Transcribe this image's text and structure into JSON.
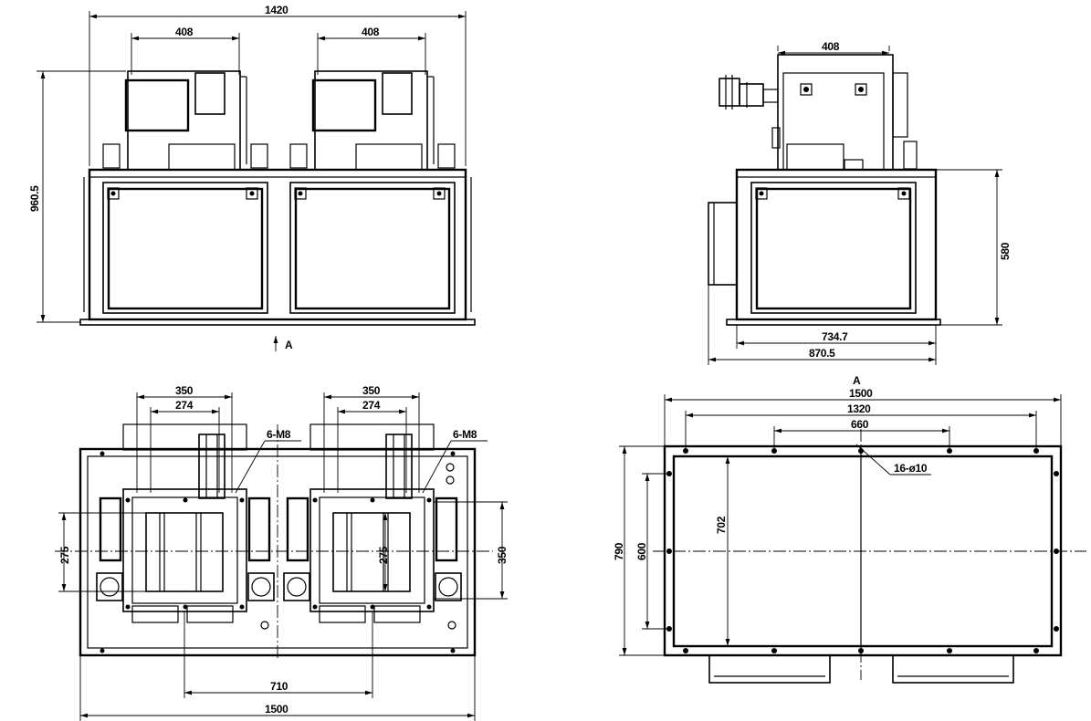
{
  "front_view": {
    "width": "1420",
    "motor_width_left": "408",
    "motor_width_right": "408",
    "height": "960.5",
    "view_arrow": "A"
  },
  "side_view": {
    "motor_width": "408",
    "height": "580",
    "inner_width": "734.7",
    "outer_width": "870.5"
  },
  "bottom_view": {
    "top_left_outer": "350",
    "top_left_inner": "274",
    "top_right_outer": "350",
    "top_right_inner": "274",
    "bolt_note_left": "6-M8",
    "bolt_note_right": "6-M8",
    "left_height": "275",
    "mid_height": "275",
    "right_height": "350",
    "center_spacing": "710",
    "overall_width": "1500"
  },
  "flange_view": {
    "view_label": "A",
    "overall_width": "1500",
    "hole_span": "1320",
    "center_span": "660",
    "hole_note": "16-ø10",
    "overall_height": "790",
    "hole_height": "600",
    "inner_height": "702"
  }
}
